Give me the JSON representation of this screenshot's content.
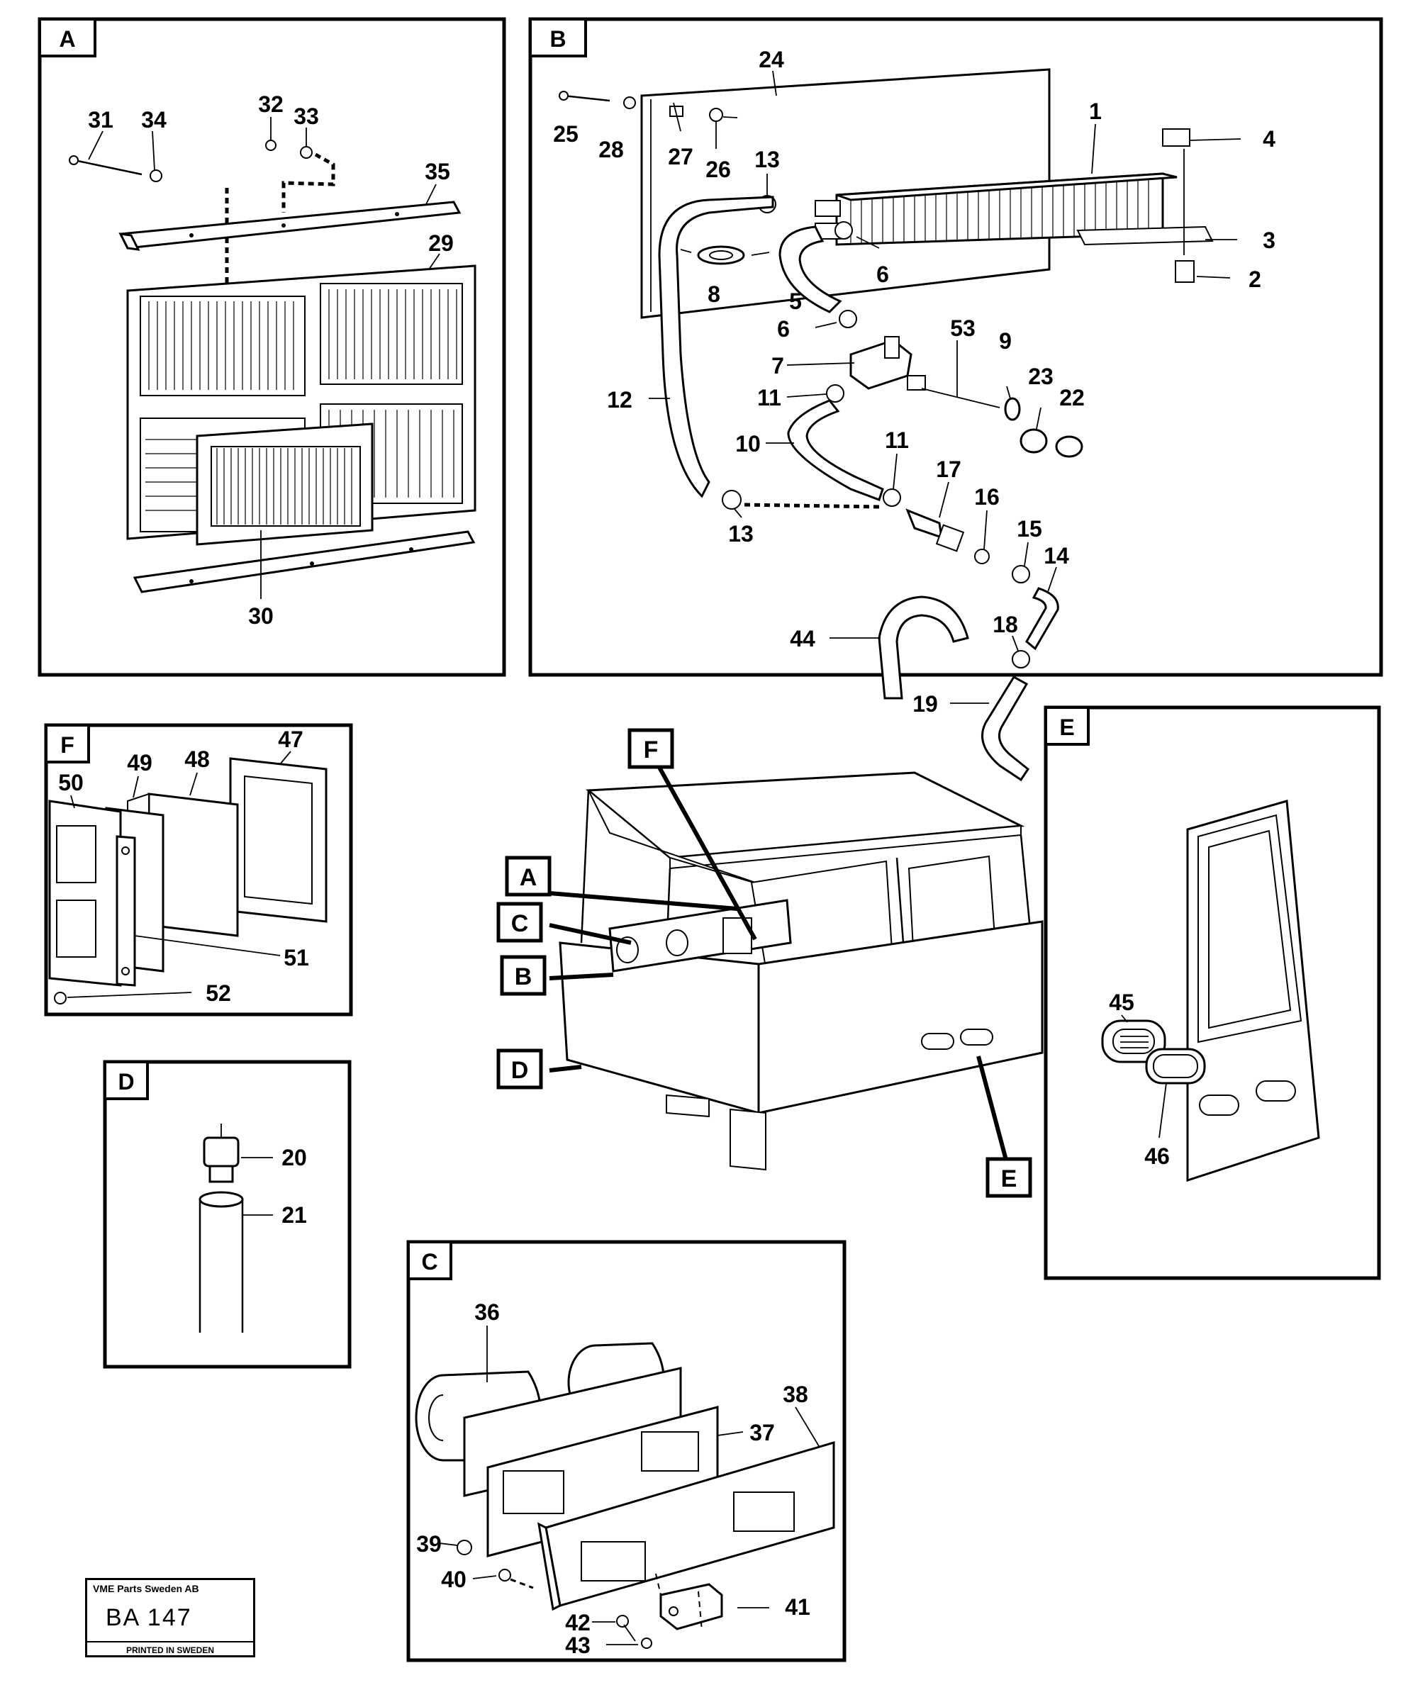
{
  "panels": [
    {
      "letter": "A",
      "labels": [
        "31",
        "34",
        "32",
        "33",
        "35",
        "29",
        "30"
      ]
    },
    {
      "letter": "B",
      "labels": [
        "24",
        "25",
        "28",
        "27",
        "26",
        "13",
        "1",
        "4",
        "3",
        "2",
        "8",
        "5",
        "6",
        "6",
        "53",
        "9",
        "23",
        "22",
        "7",
        "12",
        "11",
        "10",
        "11",
        "17",
        "16",
        "15",
        "14",
        "13",
        "44",
        "18",
        "19"
      ]
    },
    {
      "letter": "F",
      "labels": [
        "50",
        "49",
        "48",
        "47",
        "51",
        "52"
      ]
    },
    {
      "letter": "D",
      "labels": [
        "20",
        "21"
      ]
    },
    {
      "letter": "E",
      "labels": [
        "45",
        "46"
      ]
    },
    {
      "letter": "C",
      "labels": [
        "36",
        "37",
        "38",
        "39",
        "40",
        "41",
        "42",
        "43"
      ]
    }
  ],
  "overview_callouts": [
    "F",
    "A",
    "C",
    "B",
    "D",
    "E"
  ],
  "footer": {
    "company": "VME Parts Sweden AB",
    "code": "BA  147",
    "printed": "PRINTED IN SWEDEN"
  }
}
